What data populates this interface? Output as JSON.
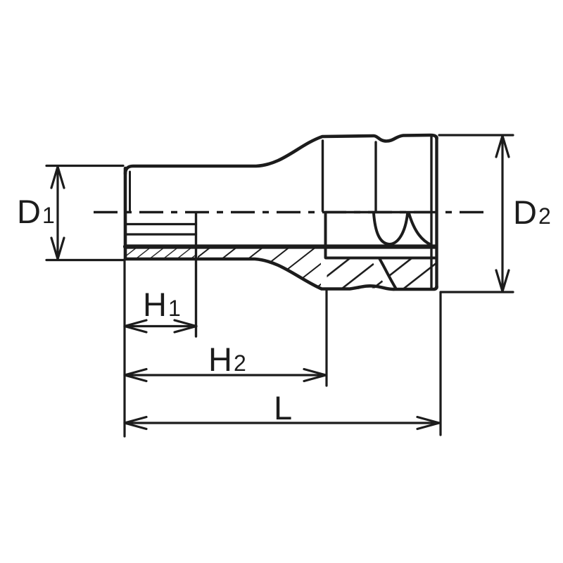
{
  "page": {
    "title": "Socket technical drawing",
    "background_color": "#ffffff",
    "line_color": "#1c1c1c"
  },
  "drawing": {
    "kind": "dimensioned half-section of a socket wrench socket",
    "labels": {
      "d1": {
        "main": "D",
        "sub": "1"
      },
      "d2": {
        "main": "D",
        "sub": "2"
      },
      "h1": {
        "main": "H",
        "sub": "1"
      },
      "h2": {
        "main": "H",
        "sub": "2"
      },
      "l": {
        "main": "L",
        "sub": ""
      }
    }
  }
}
